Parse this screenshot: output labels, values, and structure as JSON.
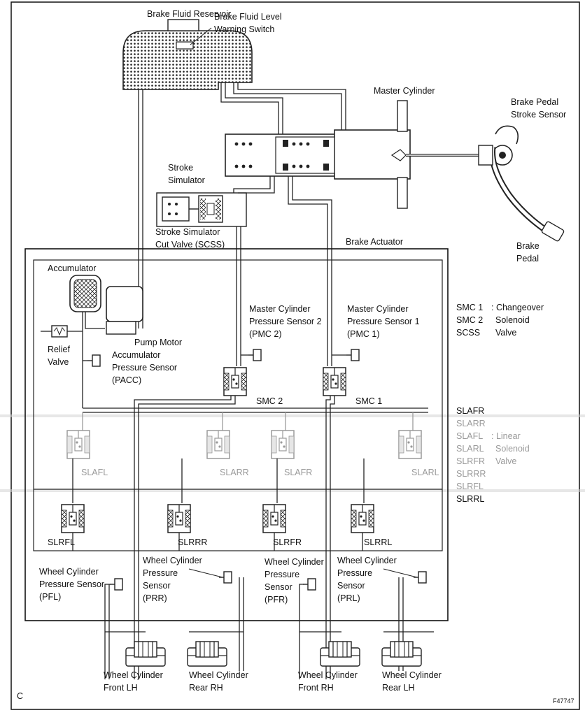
{
  "labels": {
    "reservoir": "Brake Fluid Reservoir",
    "level_switch_1": "Brake Fluid Level",
    "level_switch_2": "Warning Switch",
    "master_cylinder": "Master Cylinder",
    "pedal_sensor_1": "Brake Pedal",
    "pedal_sensor_2": "Stroke Sensor",
    "stroke_sim_1": "Stroke",
    "stroke_sim_2": "Simulator",
    "scss_1": "Stroke Simulator",
    "scss_2": "Cut Valve (SCSS)",
    "brake_actuator": "Brake Actuator",
    "brake_pedal_1": "Brake",
    "brake_pedal_2": "Pedal",
    "accumulator": "Accumulator",
    "pump_motor": "Pump Motor",
    "relief_1": "Relief",
    "relief_2": "Valve",
    "pacc_1": "Accumulator",
    "pacc_2": "Pressure Sensor",
    "pacc_3": "(PACC)",
    "pmc2_1": "Master Cylinder",
    "pmc2_2": "Pressure Sensor 2",
    "pmc2_3": "(PMC 2)",
    "pmc1_1": "Master Cylinder",
    "pmc1_2": "Pressure Sensor 1",
    "pmc1_3": "(PMC 1)",
    "smc2": "SMC 2",
    "smc1": "SMC 1",
    "slafl": "SLAFL",
    "slarr": "SLARR",
    "slafr": "SLAFR",
    "slarl": "SLARL",
    "slrfl": "SLRFL",
    "slrrr": "SLRRR",
    "slrfr": "SLRFR",
    "slrrl": "SLRRL",
    "pfl_1": "Wheel Cylinder",
    "pfl_2": "Pressure Sensor",
    "pfl_3": "(PFL)",
    "prr_1": "Wheel Cylinder",
    "prr_2": "Pressure",
    "prr_3": "Sensor",
    "prr_4": "(PRR)",
    "pfr_1": "Wheel Cylinder",
    "pfr_2": "Pressure",
    "pfr_3": "Sensor",
    "pfr_4": "(PFR)",
    "prl_1": "Wheel Cylinder",
    "prl_2": "Pressure",
    "prl_3": "Sensor",
    "prl_4": "(PRL)",
    "wc_flh_1": "Wheel Cylinder",
    "wc_flh_2": "Front LH",
    "wc_rrh_1": "Wheel Cylinder",
    "wc_rrh_2": "Rear RH",
    "wc_frh_1": "Wheel Cylinder",
    "wc_frh_2": "Front RH",
    "wc_rlh_1": "Wheel Cylinder",
    "wc_rlh_2": "Rear LH",
    "corner_c": "C",
    "fig_id": "F47747"
  },
  "legend": {
    "changeover_names": [
      "SMC 1",
      "SMC 2",
      "SCSS"
    ],
    "changeover_desc": [
      ": Changeover",
      "Solenoid",
      "Valve"
    ],
    "linear_names": [
      "SLAFR",
      "SLARR",
      "SLAFL",
      "SLARL",
      "SLRFR",
      "SLRRR",
      "SLRFL",
      "SLRRL"
    ],
    "linear_desc": [
      ": Linear",
      "Solenoid",
      "Valve"
    ]
  },
  "colors": {
    "line": "#222222",
    "faded": "#9a9a9a",
    "background": "#ffffff"
  }
}
